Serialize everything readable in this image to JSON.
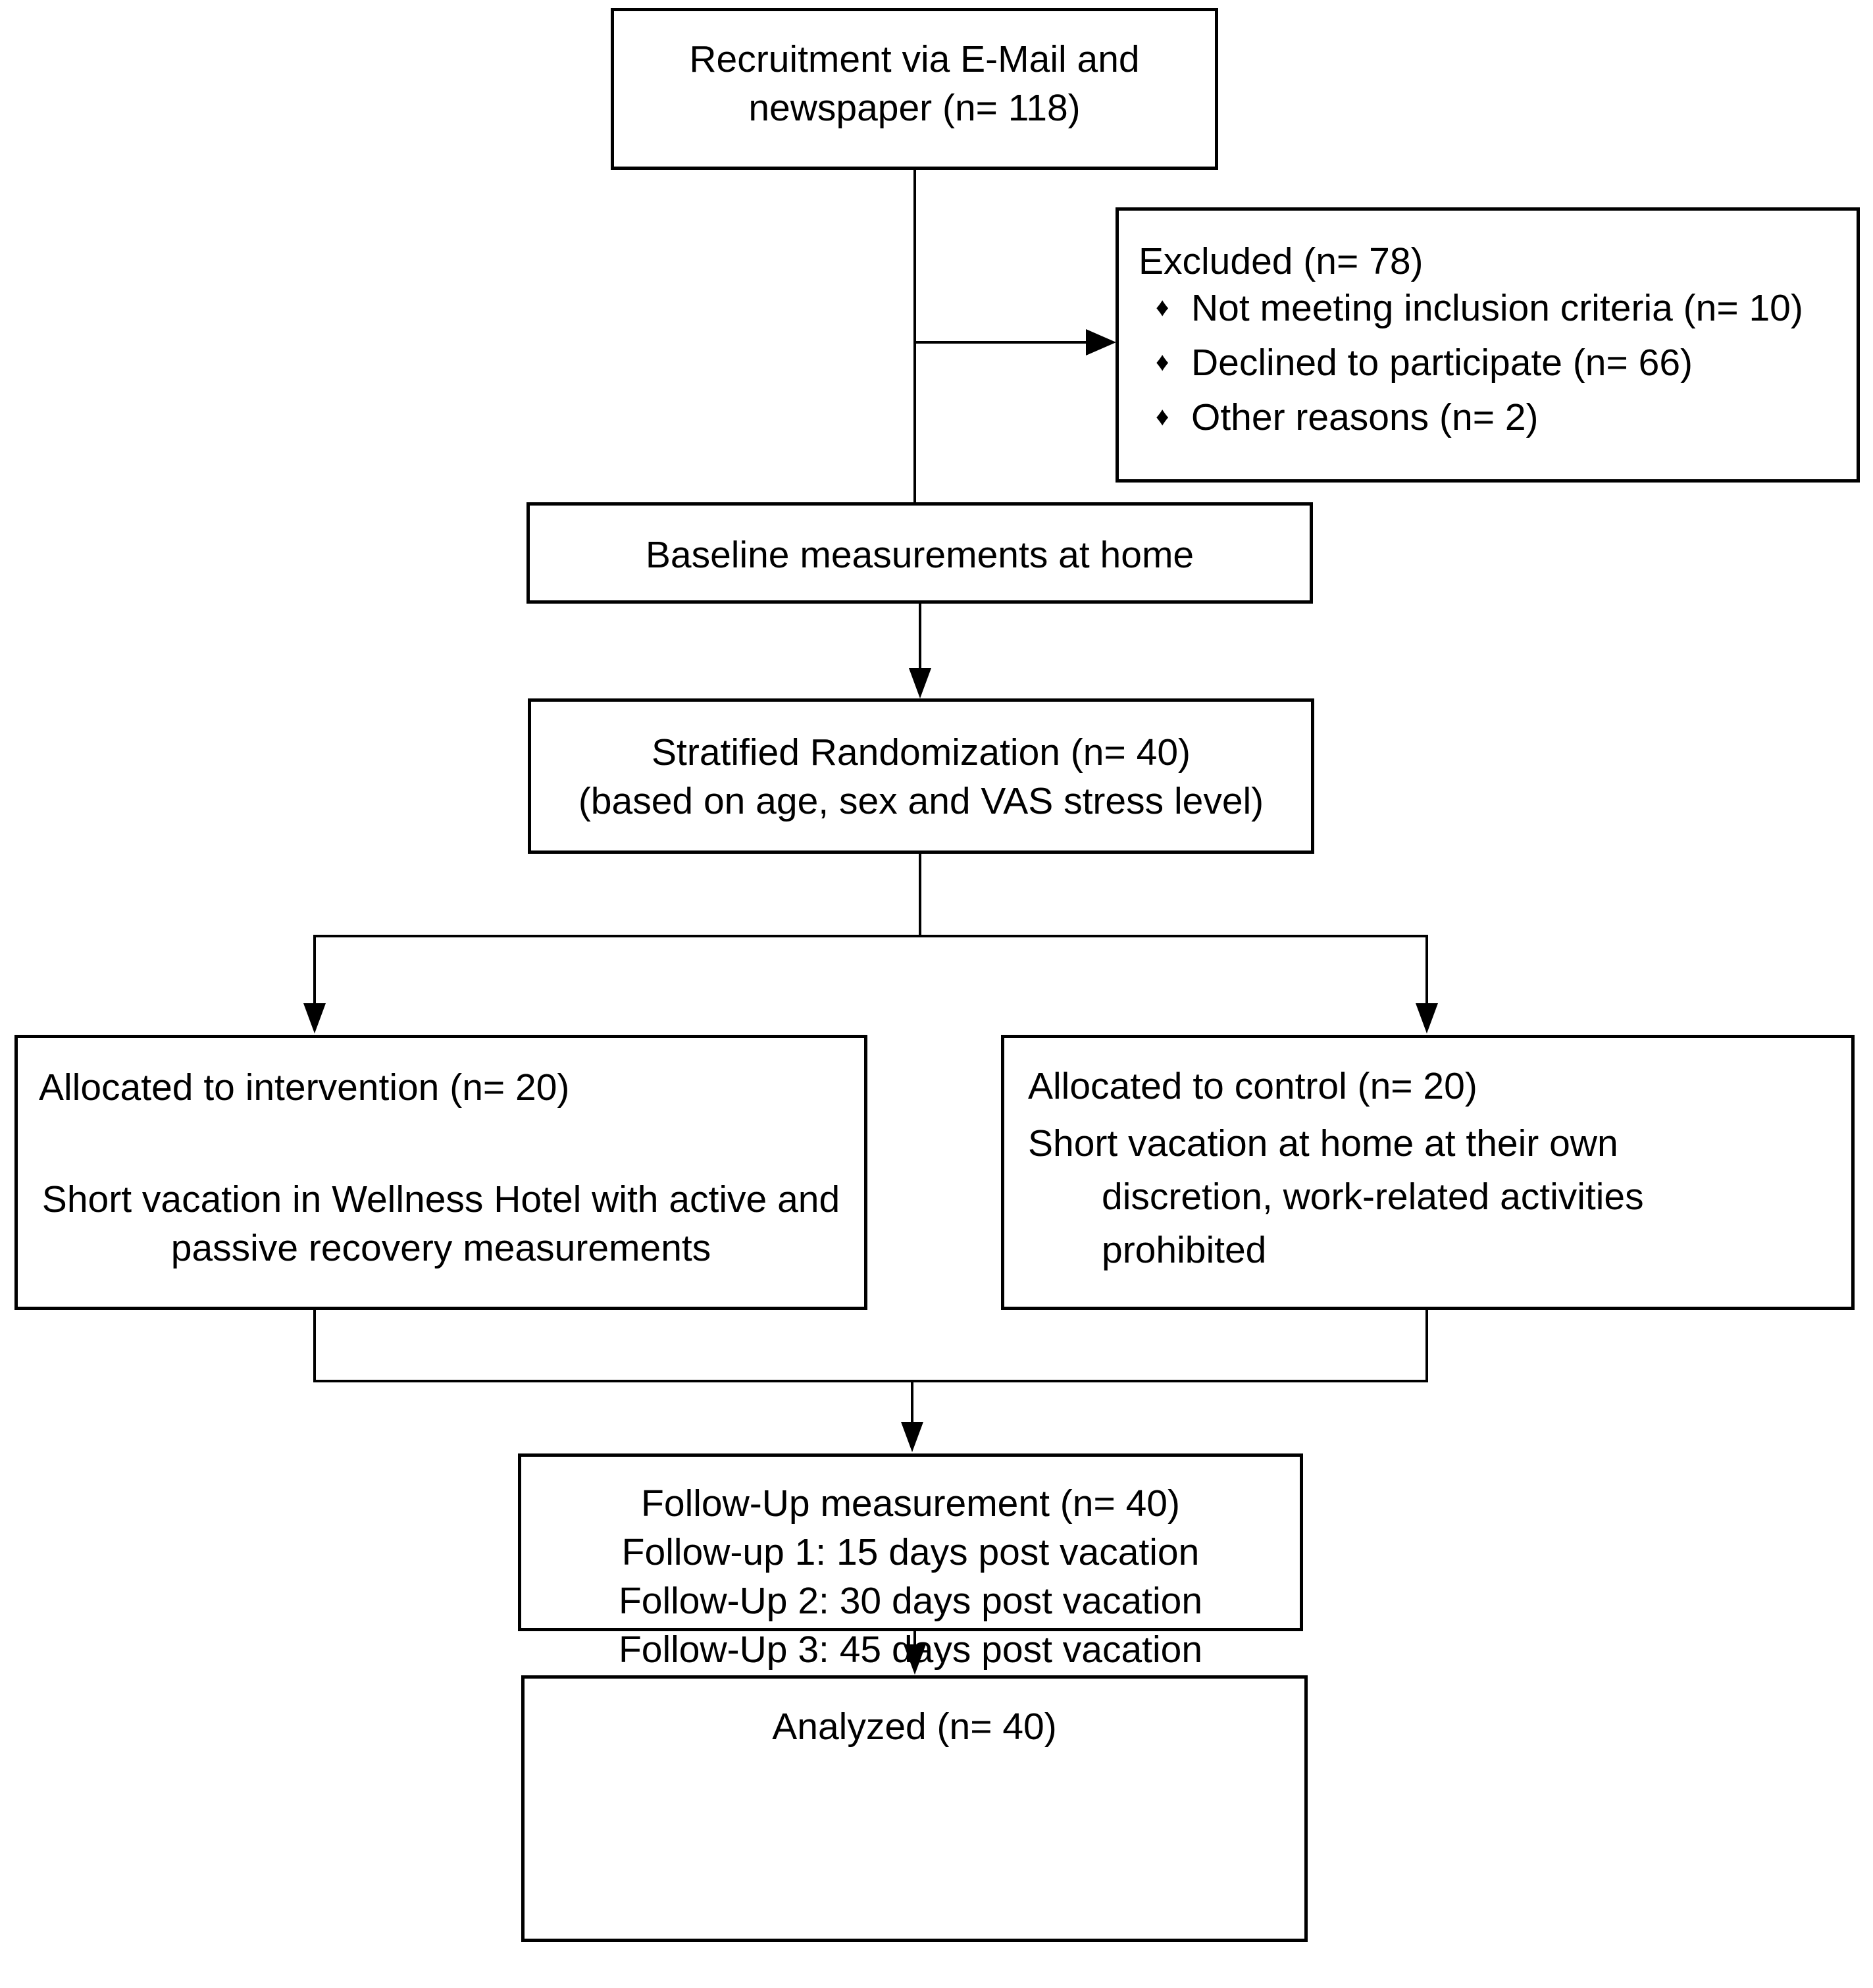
{
  "diagram": {
    "title": "CONSORT participant flow diagram",
    "type": "flowchart",
    "background_color": "#ffffff",
    "line_color": "#000000",
    "text_color": "#000000"
  },
  "nodes": {
    "recruitment": {
      "text": "Recruitment via E-Mail and\nnewspaper (n= 118)",
      "n": 118
    },
    "excluded": {
      "title": "Excluded  (n= 78)",
      "n": 78,
      "bullet_glyph": "♦",
      "reasons": [
        "Not meeting inclusion criteria (n= 10)",
        "Declined to participate (n= 66)",
        "Other reasons (n= 2)"
      ]
    },
    "baseline": {
      "text": "Baseline measurements at home"
    },
    "randomization": {
      "text": "Stratified Randomization (n= 40)\n(based on age, sex and VAS stress level)",
      "n": 40
    },
    "intervention": {
      "allocation": "Allocated to intervention (n= 20)",
      "description": "Short vacation in Wellness Hotel with active\nand passive recovery measurements",
      "n": 20
    },
    "control": {
      "allocation": "Allocated to control (n= 20)",
      "description_line1": "Short vacation at home at their own",
      "description_line2": "discretion, work-related activities",
      "description_line3": "prohibited",
      "n": 20
    },
    "followup": {
      "text": "Follow-Up measurement (n= 40)\nFollow-up 1: 15 days post vacation\nFollow-Up 2: 30 days post vacation\nFollow-Up 3: 45 days post vacation",
      "n": 40
    },
    "analyzed": {
      "text": "Analyzed (n= 40)",
      "n": 40
    }
  }
}
